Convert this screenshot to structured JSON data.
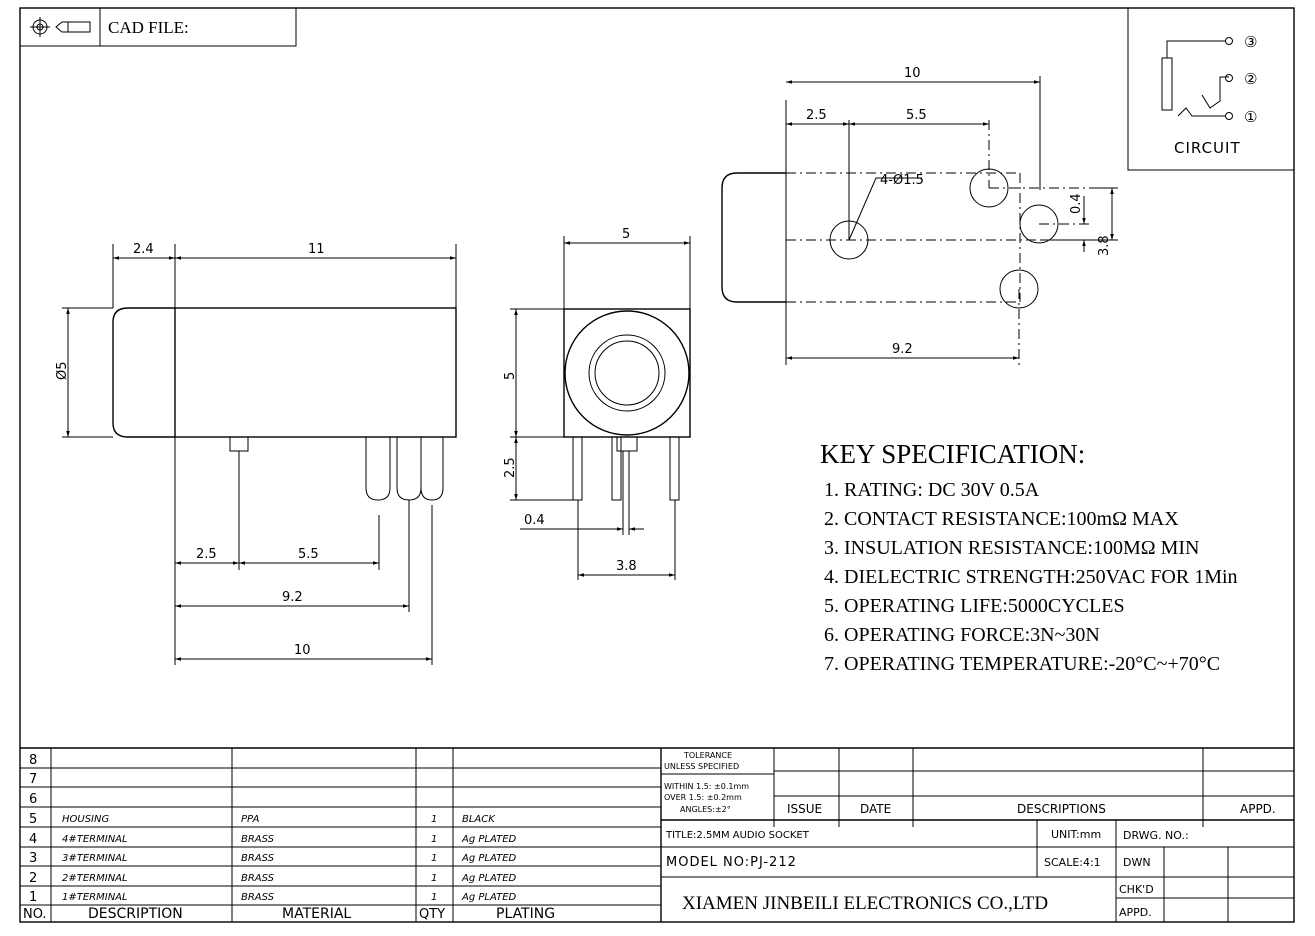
{
  "header": {
    "cad_label": "CAD FILE:"
  },
  "circuit": {
    "label": "CIRCUIT",
    "pins": [
      "③",
      "②",
      "①"
    ]
  },
  "side_view": {
    "dims": {
      "front": "2.4",
      "body": "11",
      "dia": "Ø5",
      "d1": "2.5",
      "d2": "5.5",
      "d3": "9.2",
      "d4": "10"
    }
  },
  "front_view": {
    "dims": {
      "width": "5",
      "height": "5",
      "pin_len": "2.5",
      "pin_w": "0.4",
      "pin_span": "3.8"
    }
  },
  "top_view": {
    "dims": {
      "total": "10",
      "d1": "2.5",
      "d2": "5.5",
      "hole": "4-Ø1.5",
      "off": "0.4",
      "span": "3.8",
      "bottom": "9.2"
    }
  },
  "spec": {
    "heading": "KEY SPECIFICATION:",
    "items": [
      "1. RATING: DC 30V 0.5A",
      "2. CONTACT RESISTANCE:100mΩ MAX",
      "3. INSULATION RESISTANCE:100MΩ MIN",
      "4. DIELECTRIC STRENGTH:250VAC FOR 1Min",
      "5. OPERATING LIFE:5000CYCLES",
      "6. OPERATING FORCE:3N~30N",
      "7. OPERATING TEMPERATURE:-20°C~+70°C"
    ]
  },
  "bom": {
    "headers": {
      "no": "NO.",
      "desc": "DESCRIPTION",
      "mat": "MATERIAL",
      "qty": "QTY",
      "plating": "PLATING"
    },
    "rows": [
      {
        "no": "8",
        "desc": "",
        "mat": "",
        "qty": "",
        "plating": ""
      },
      {
        "no": "7",
        "desc": "",
        "mat": "",
        "qty": "",
        "plating": ""
      },
      {
        "no": "6",
        "desc": "",
        "mat": "",
        "qty": "",
        "plating": ""
      },
      {
        "no": "5",
        "desc": "HOUSING",
        "mat": "PPA",
        "qty": "1",
        "plating": "BLACK"
      },
      {
        "no": "4",
        "desc": "4#TERMINAL",
        "mat": "BRASS",
        "qty": "1",
        "plating": "Ag PLATED"
      },
      {
        "no": "3",
        "desc": "3#TERMINAL",
        "mat": "BRASS",
        "qty": "1",
        "plating": "Ag PLATED"
      },
      {
        "no": "2",
        "desc": "2#TERMINAL",
        "mat": "BRASS",
        "qty": "1",
        "plating": "Ag PLATED"
      },
      {
        "no": "1",
        "desc": "1#TERMINAL",
        "mat": "BRASS",
        "qty": "1",
        "plating": "Ag PLATED"
      }
    ]
  },
  "titleblock": {
    "tol_1": "TOLERANCE",
    "tol_2": "UNLESS SPECIFIED",
    "tol_3": "WITHIN 1.5: ±0.1mm",
    "tol_4": "OVER 1.5: ±0.2mm",
    "tol_5": "ANGLES:±2°",
    "issue": "ISSUE",
    "date": "DATE",
    "descriptions": "DESCRIPTIONS",
    "appd": "APPD.",
    "title": "TITLE:2.5MM AUDIO SOCKET",
    "unit": "UNIT:mm",
    "drwg": "DRWG. NO.:",
    "model": "MODEL NO:PJ-212",
    "scale": "SCALE:4:1",
    "dwn": "DWN",
    "company": "XIAMEN JINBEILI ELECTRONICS CO.,LTD",
    "chkd": "CHK'D",
    "appd2": "APPD."
  }
}
